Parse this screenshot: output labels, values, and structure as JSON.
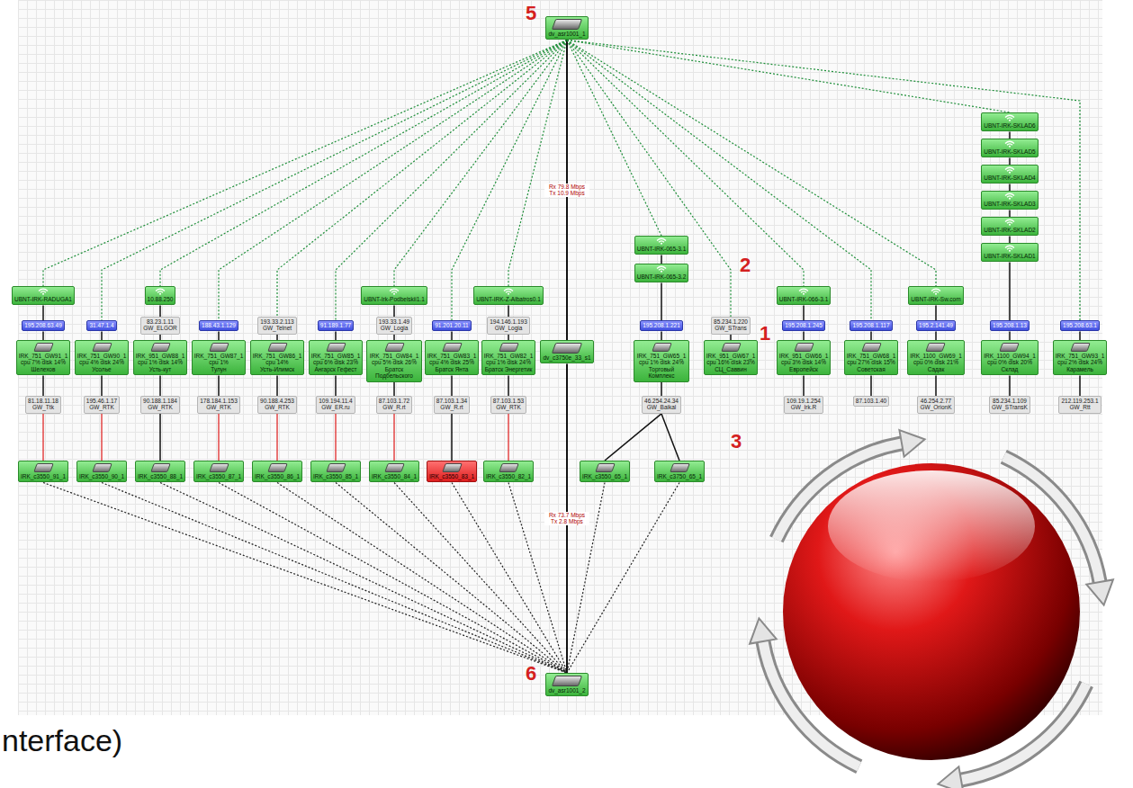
{
  "diagram": {
    "nodes": [
      {
        "text": [
          "dv_asr1001_1"
        ]
      },
      {
        "text": [
          "UBNT-IRK-RADUGA1"
        ]
      },
      {
        "text": [
          "195.208.63.49"
        ]
      },
      {
        "text": [
          "IRK_751_GW91_1",
          "cpu 7% disk 14%",
          "Шелехов"
        ]
      },
      {
        "text": [
          "81.18.11.18",
          "GW_Ttk"
        ]
      },
      {
        "text": [
          "IRK_c3550_91_1"
        ]
      },
      {
        "text": [
          "31.47.1.4"
        ]
      },
      {
        "text": [
          "IRK_751_GW90_1",
          "cpu 4% disk 24%",
          "Усолье"
        ]
      },
      {
        "text": [
          "195.46.1.17",
          "GW_RTK"
        ]
      },
      {
        "text": [
          "IRK_c3550_90_1"
        ]
      },
      {
        "text": [
          "10.88.250"
        ]
      },
      {
        "text": [
          "83.23.1.11",
          "GW_ELGOR"
        ]
      },
      {
        "text": [
          "IRK_951_GW88_1",
          "cpu 1% disk 14%",
          "Усть-кут"
        ]
      },
      {
        "text": [
          "90.188.1.184",
          "GW_RTK"
        ]
      },
      {
        "text": [
          "IRK_c3550_88_1"
        ]
      },
      {
        "text": [
          "188.43.1.129"
        ]
      },
      {
        "text": [
          "IRK_751_GW87_1",
          "cpu 1%",
          "Тулун"
        ]
      },
      {
        "text": [
          "178.184.1.153",
          "GW_RTK"
        ]
      },
      {
        "text": [
          "IRK_c3550_87_1"
        ]
      },
      {
        "text": [
          "193.33.2.113",
          "GW_Telnet"
        ]
      },
      {
        "text": [
          "IRK_751_GW86_1",
          "cpu 14%",
          "Усть-Илимск"
        ]
      },
      {
        "text": [
          "90.188.4.253",
          "GW_RTK"
        ]
      },
      {
        "text": [
          "IRK_c3550_86_1"
        ]
      },
      {
        "text": [
          "91.189.1.77"
        ]
      },
      {
        "text": [
          "IRK_751_GW85_1",
          "cpu 6% disk 23%",
          "Ангарск Гефест"
        ]
      },
      {
        "text": [
          "109.194.11.4",
          "GW_ER.ru"
        ]
      },
      {
        "text": [
          "IRK_c3550_85_1"
        ]
      },
      {
        "text": [
          "UBNT-Irk-Podbelskii1.1"
        ]
      },
      {
        "text": [
          "193.33.1.49",
          "GW_Logia"
        ]
      },
      {
        "text": [
          "IRK_751_GW84_1",
          "cpu 5% disk 26%",
          "Братск Подбельского"
        ]
      },
      {
        "text": [
          "87.103.1.72",
          "GW_R.rt"
        ]
      },
      {
        "text": [
          "IRK_c3550_84_1"
        ]
      },
      {
        "text": [
          "91.201.20.11"
        ]
      },
      {
        "text": [
          "IRK_751_GW83_1",
          "cpu 4% disk 25%",
          "Братск Янта"
        ]
      },
      {
        "text": [
          "87.103.1.34",
          "GW_R.rt"
        ]
      },
      {
        "text": [
          "IRK_c3550_83_1"
        ]
      },
      {
        "text": [
          "UBNT-IRK-Z-Albatros0.1"
        ]
      },
      {
        "text": [
          "194.146.1.193",
          "GW_Logia"
        ]
      },
      {
        "text": [
          "IRK_751_GW82_1",
          "cpu 1% disk 24%",
          "Братск Энергетик"
        ]
      },
      {
        "text": [
          "87.103.1.53",
          "GW_RTK"
        ]
      },
      {
        "text": [
          "IRK_c3550_82_1"
        ]
      },
      {
        "text": [
          "dv_c3750e_33_s1"
        ]
      },
      {
        "text": [
          "IRK_c3550_65_1"
        ]
      },
      {
        "text": [
          "UBNT-IRK-065-3.1"
        ]
      },
      {
        "text": [
          "UBNT-IRK-065-3.2"
        ]
      },
      {
        "text": [
          "195.208.1.221"
        ]
      },
      {
        "text": [
          "IRK_751_GW65_1",
          "cpu 1% disk 24%",
          "Торговый Комплекс"
        ]
      },
      {
        "text": [
          "46.254.24.34",
          "GW_Baikal"
        ]
      },
      {
        "text": [
          "IRK_c3750_65_1"
        ]
      },
      {
        "text": [
          "85.234.1.220",
          "GW_STrans"
        ]
      },
      {
        "text": [
          "IRK_951_GW67_1",
          "cpu 16% disk 23%",
          "СЦ_Саввин"
        ]
      },
      {
        "text": [
          "UBNT-IRK-066-3.1"
        ]
      },
      {
        "text": [
          "195.208.1.245"
        ]
      },
      {
        "text": [
          "IRK_951_GW66_1",
          "cpu 3% disk 14%",
          "Европейск"
        ]
      },
      {
        "text": [
          "109.19.1.254",
          "GW_Irk.R"
        ]
      },
      {
        "text": [
          "195.208.1.117"
        ]
      },
      {
        "text": [
          "IRK_751_GW68_1",
          "cpu 27% disk 15%",
          "Советская"
        ]
      },
      {
        "text": [
          "87.103.1.40"
        ]
      },
      {
        "text": [
          "UBNT-IRK-Sw.com"
        ]
      },
      {
        "text": [
          "195.2.141.49"
        ]
      },
      {
        "text": [
          "IRK_1100_GW69_1",
          "cpu 0% disk 21%",
          "Садак"
        ]
      },
      {
        "text": [
          "46.254.2.77",
          "GW_OrionK"
        ]
      },
      {
        "text": [
          "UBNT-IRK-SKLAD6"
        ]
      },
      {
        "text": [
          "UBNT-IRK-SKLAD5"
        ]
      },
      {
        "text": [
          "UBNT-IRK-SKLAD4"
        ]
      },
      {
        "text": [
          "UBNT-IRK-SKLAD3"
        ]
      },
      {
        "text": [
          "UBNT-IRK-SKLAD2"
        ]
      },
      {
        "text": [
          "UBNT-IRK-SKLAD1"
        ]
      },
      {
        "text": [
          "195.208.1.13"
        ]
      },
      {
        "text": [
          "IRK_1100_GW94_1",
          "cpu 0% disk 20%",
          "Склад"
        ]
      },
      {
        "text": [
          "85.234.1.109",
          "GW_STransK"
        ]
      },
      {
        "text": [
          "195.208.63.1"
        ]
      },
      {
        "text": [
          "IRK_751_GW93_1",
          "cpu 2% disk 24%",
          "Карамель"
        ]
      },
      {
        "text": [
          "212.119.253.1",
          "GW_Rtt"
        ]
      },
      {
        "text": [
          "dv_asr1001_2"
        ]
      }
    ],
    "edges": [
      {
        "from": 0,
        "to": 1,
        "arrow": "none"
      },
      {
        "from": 0,
        "to": 6,
        "arrow": "none"
      },
      {
        "from": 0,
        "to": 10,
        "arrow": "none"
      },
      {
        "from": 0,
        "to": 15,
        "arrow": "none"
      },
      {
        "from": 0,
        "to": 19,
        "arrow": "none"
      },
      {
        "from": 0,
        "to": 23,
        "arrow": "none"
      },
      {
        "from": 0,
        "to": 27,
        "arrow": "none"
      },
      {
        "from": 0,
        "to": 32,
        "arrow": "none"
      },
      {
        "from": 0,
        "to": 36,
        "arrow": "none"
      },
      {
        "from": 0,
        "to": 41,
        "label": "Rx 79.8 Mbps Tx 10.9 Mbps",
        "arrow": "none"
      },
      {
        "from": 0,
        "to": 43,
        "arrow": "none"
      },
      {
        "from": 0,
        "to": 49,
        "arrow": "none"
      },
      {
        "from": 0,
        "to": 51,
        "arrow": "none"
      },
      {
        "from": 0,
        "to": 55,
        "arrow": "none"
      },
      {
        "from": 0,
        "to": 58,
        "arrow": "none"
      },
      {
        "from": 0,
        "to": 62,
        "arrow": "none"
      },
      {
        "from": 0,
        "to": 71,
        "arrow": "none"
      },
      {
        "from": 1,
        "to": 2,
        "arrow": "none"
      },
      {
        "from": 2,
        "to": 3,
        "arrow": "none"
      },
      {
        "from": 3,
        "to": 4,
        "arrow": "none"
      },
      {
        "from": 4,
        "to": 5,
        "arrow": "none"
      },
      {
        "from": 6,
        "to": 7,
        "arrow": "none"
      },
      {
        "from": 7,
        "to": 8,
        "arrow": "none"
      },
      {
        "from": 8,
        "to": 9,
        "arrow": "none"
      },
      {
        "from": 10,
        "to": 11,
        "arrow": "none"
      },
      {
        "from": 11,
        "to": 12,
        "arrow": "none"
      },
      {
        "from": 12,
        "to": 13,
        "arrow": "none"
      },
      {
        "from": 13,
        "to": 14,
        "arrow": "none"
      },
      {
        "from": 15,
        "to": 16,
        "arrow": "none"
      },
      {
        "from": 16,
        "to": 17,
        "arrow": "none"
      },
      {
        "from": 17,
        "to": 18,
        "arrow": "none"
      },
      {
        "from": 19,
        "to": 20,
        "arrow": "none"
      },
      {
        "from": 20,
        "to": 21,
        "arrow": "none"
      },
      {
        "from": 21,
        "to": 22,
        "arrow": "none"
      },
      {
        "from": 23,
        "to": 24,
        "arrow": "none"
      },
      {
        "from": 24,
        "to": 25,
        "arrow": "none"
      },
      {
        "from": 25,
        "to": 26,
        "arrow": "none"
      },
      {
        "from": 27,
        "to": 28,
        "arrow": "none"
      },
      {
        "from": 28,
        "to": 29,
        "arrow": "none"
      },
      {
        "from": 29,
        "to": 30,
        "arrow": "none"
      },
      {
        "from": 30,
        "to": 31,
        "arrow": "none"
      },
      {
        "from": 32,
        "to": 33,
        "arrow": "none"
      },
      {
        "from": 33,
        "to": 34,
        "arrow": "none"
      },
      {
        "from": 34,
        "to": 35,
        "arrow": "none"
      },
      {
        "from": 36,
        "to": 37,
        "arrow": "none"
      },
      {
        "from": 37,
        "to": 38,
        "arrow": "none"
      },
      {
        "from": 38,
        "to": 39,
        "arrow": "none"
      },
      {
        "from": 39,
        "to": 40,
        "arrow": "none"
      },
      {
        "from": 43,
        "to": 44,
        "arrow": "none"
      },
      {
        "from": 44,
        "to": 45,
        "arrow": "none"
      },
      {
        "from": 45,
        "to": 46,
        "arrow": "none"
      },
      {
        "from": 46,
        "to": 47,
        "arrow": "none"
      },
      {
        "from": 47,
        "to": 42,
        "arrow": "none"
      },
      {
        "from": 47,
        "to": 48,
        "arrow": "none"
      },
      {
        "from": 49,
        "to": 50,
        "arrow": "none"
      },
      {
        "from": 51,
        "to": 52,
        "arrow": "none"
      },
      {
        "from": 52,
        "to": 53,
        "arrow": "none"
      },
      {
        "from": 53,
        "to": 54,
        "arrow": "none"
      },
      {
        "from": 55,
        "to": 56,
        "arrow": "none"
      },
      {
        "from": 56,
        "to": 57,
        "arrow": "none"
      },
      {
        "from": 58,
        "to": 59,
        "arrow": "none"
      },
      {
        "from": 59,
        "to": 60,
        "arrow": "none"
      },
      {
        "from": 60,
        "to": 61,
        "arrow": "none"
      },
      {
        "from": 62,
        "to": 63,
        "arrow": "none"
      },
      {
        "from": 63,
        "to": 64,
        "arrow": "none"
      },
      {
        "from": 64,
        "to": 65,
        "arrow": "none"
      },
      {
        "from": 65,
        "to": 66,
        "arrow": "none"
      },
      {
        "from": 66,
        "to": 67,
        "arrow": "none"
      },
      {
        "from": 67,
        "to": 68,
        "arrow": "none"
      },
      {
        "from": 68,
        "to": 69,
        "arrow": "none"
      },
      {
        "from": 69,
        "to": 70,
        "arrow": "none"
      },
      {
        "from": 71,
        "to": 72,
        "arrow": "none"
      },
      {
        "from": 72,
        "to": 73,
        "arrow": "none"
      },
      {
        "from": 5,
        "to": 74,
        "arrow": "none"
      },
      {
        "from": 9,
        "to": 74,
        "arrow": "none"
      },
      {
        "from": 14,
        "to": 74,
        "arrow": "none"
      },
      {
        "from": 18,
        "to": 74,
        "arrow": "none"
      },
      {
        "from": 22,
        "to": 74,
        "arrow": "none"
      },
      {
        "from": 26,
        "to": 74,
        "arrow": "none"
      },
      {
        "from": 31,
        "to": 74,
        "arrow": "none"
      },
      {
        "from": 35,
        "to": 74,
        "arrow": "none"
      },
      {
        "from": 40,
        "to": 74,
        "arrow": "none"
      },
      {
        "from": 41,
        "to": 74,
        "label": "Rx 73.7 Mbps Tx 2.8 Mbps",
        "arrow": "none"
      },
      {
        "from": 42,
        "to": 74,
        "arrow": "none"
      },
      {
        "from": 48,
        "to": 74,
        "arrow": "none"
      }
    ],
    "labels": [
      "5",
      "2",
      "1",
      "3",
      "6",
      "nterface)"
    ]
  }
}
